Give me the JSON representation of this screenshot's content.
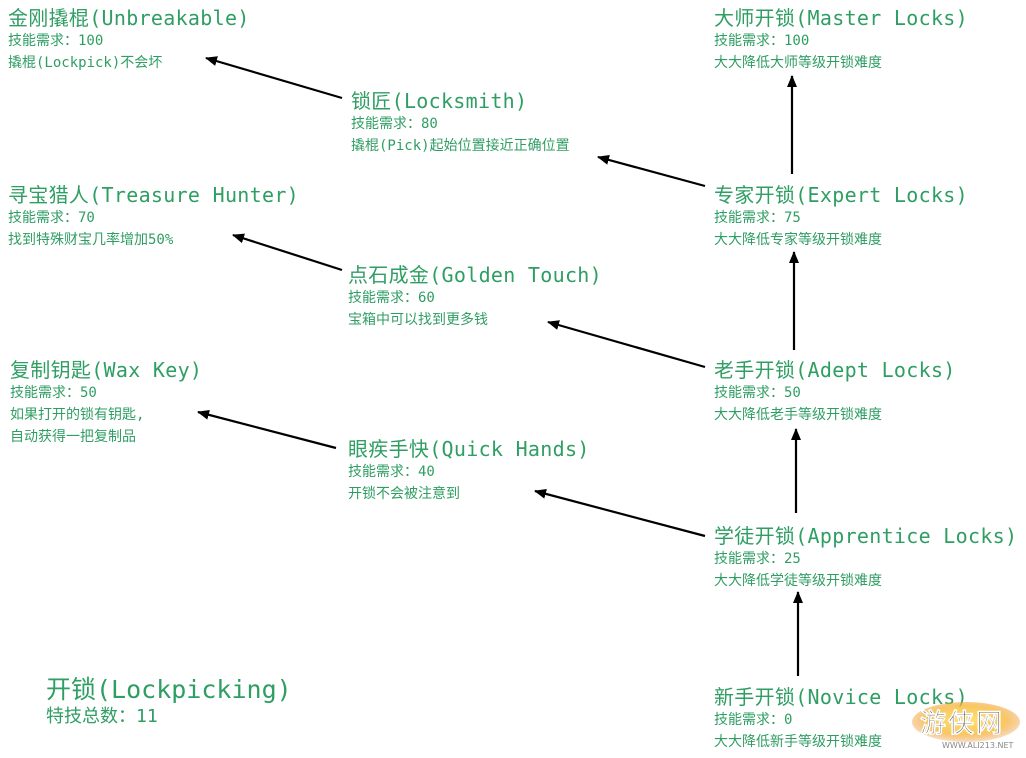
{
  "tree": {
    "name": "开锁(Lockpicking)",
    "total_perks_label": "特技总数：11"
  },
  "perks": {
    "novice": {
      "title": "新手开锁(Novice Locks)",
      "req": "技能需求：0",
      "desc": [
        "大大降低新手等级开锁难度"
      ]
    },
    "apprentice": {
      "title": "学徒开锁(Apprentice Locks)",
      "req": "技能需求：25",
      "desc": [
        "大大降低学徒等级开锁难度"
      ]
    },
    "adept": {
      "title": "老手开锁(Adept Locks)",
      "req": "技能需求：50",
      "desc": [
        "大大降低老手等级开锁难度"
      ]
    },
    "expert": {
      "title": "专家开锁(Expert Locks)",
      "req": "技能需求：75",
      "desc": [
        "大大降低专家等级开锁难度"
      ]
    },
    "master": {
      "title": "大师开锁(Master Locks)",
      "req": "技能需求：100",
      "desc": [
        "大大降低大师等级开锁难度"
      ]
    },
    "quick_hands": {
      "title": "眼疾手快(Quick Hands)",
      "req": "技能需求：40",
      "desc": [
        "开锁不会被注意到"
      ]
    },
    "wax_key": {
      "title": "复制钥匙(Wax Key)",
      "req": "技能需求：50",
      "desc": [
        "如果打开的锁有钥匙,",
        "自动获得一把复制品"
      ]
    },
    "golden_touch": {
      "title": "点石成金(Golden Touch)",
      "req": "技能需求：60",
      "desc": [
        "宝箱中可以找到更多钱"
      ]
    },
    "treasure": {
      "title": "寻宝猎人(Treasure Hunter)",
      "req": "技能需求：70",
      "desc": [
        "找到特殊财宝几率增加50%"
      ]
    },
    "locksmith": {
      "title": "锁匠(Locksmith)",
      "req": "技能需求：80",
      "desc": [
        "撬棍(Pick)起始位置接近正确位置"
      ]
    },
    "unbreakable": {
      "title": "金刚撬棍(Unbreakable)",
      "req": "技能需求：100",
      "desc": [
        "撬棍(Lockpick)不会坏"
      ]
    }
  },
  "colors": {
    "text": "#2f9e63",
    "arrow": "#000000",
    "background": "#ffffff"
  },
  "watermark": {
    "text": "游侠网",
    "url": "WWW.ALI213.NET"
  }
}
